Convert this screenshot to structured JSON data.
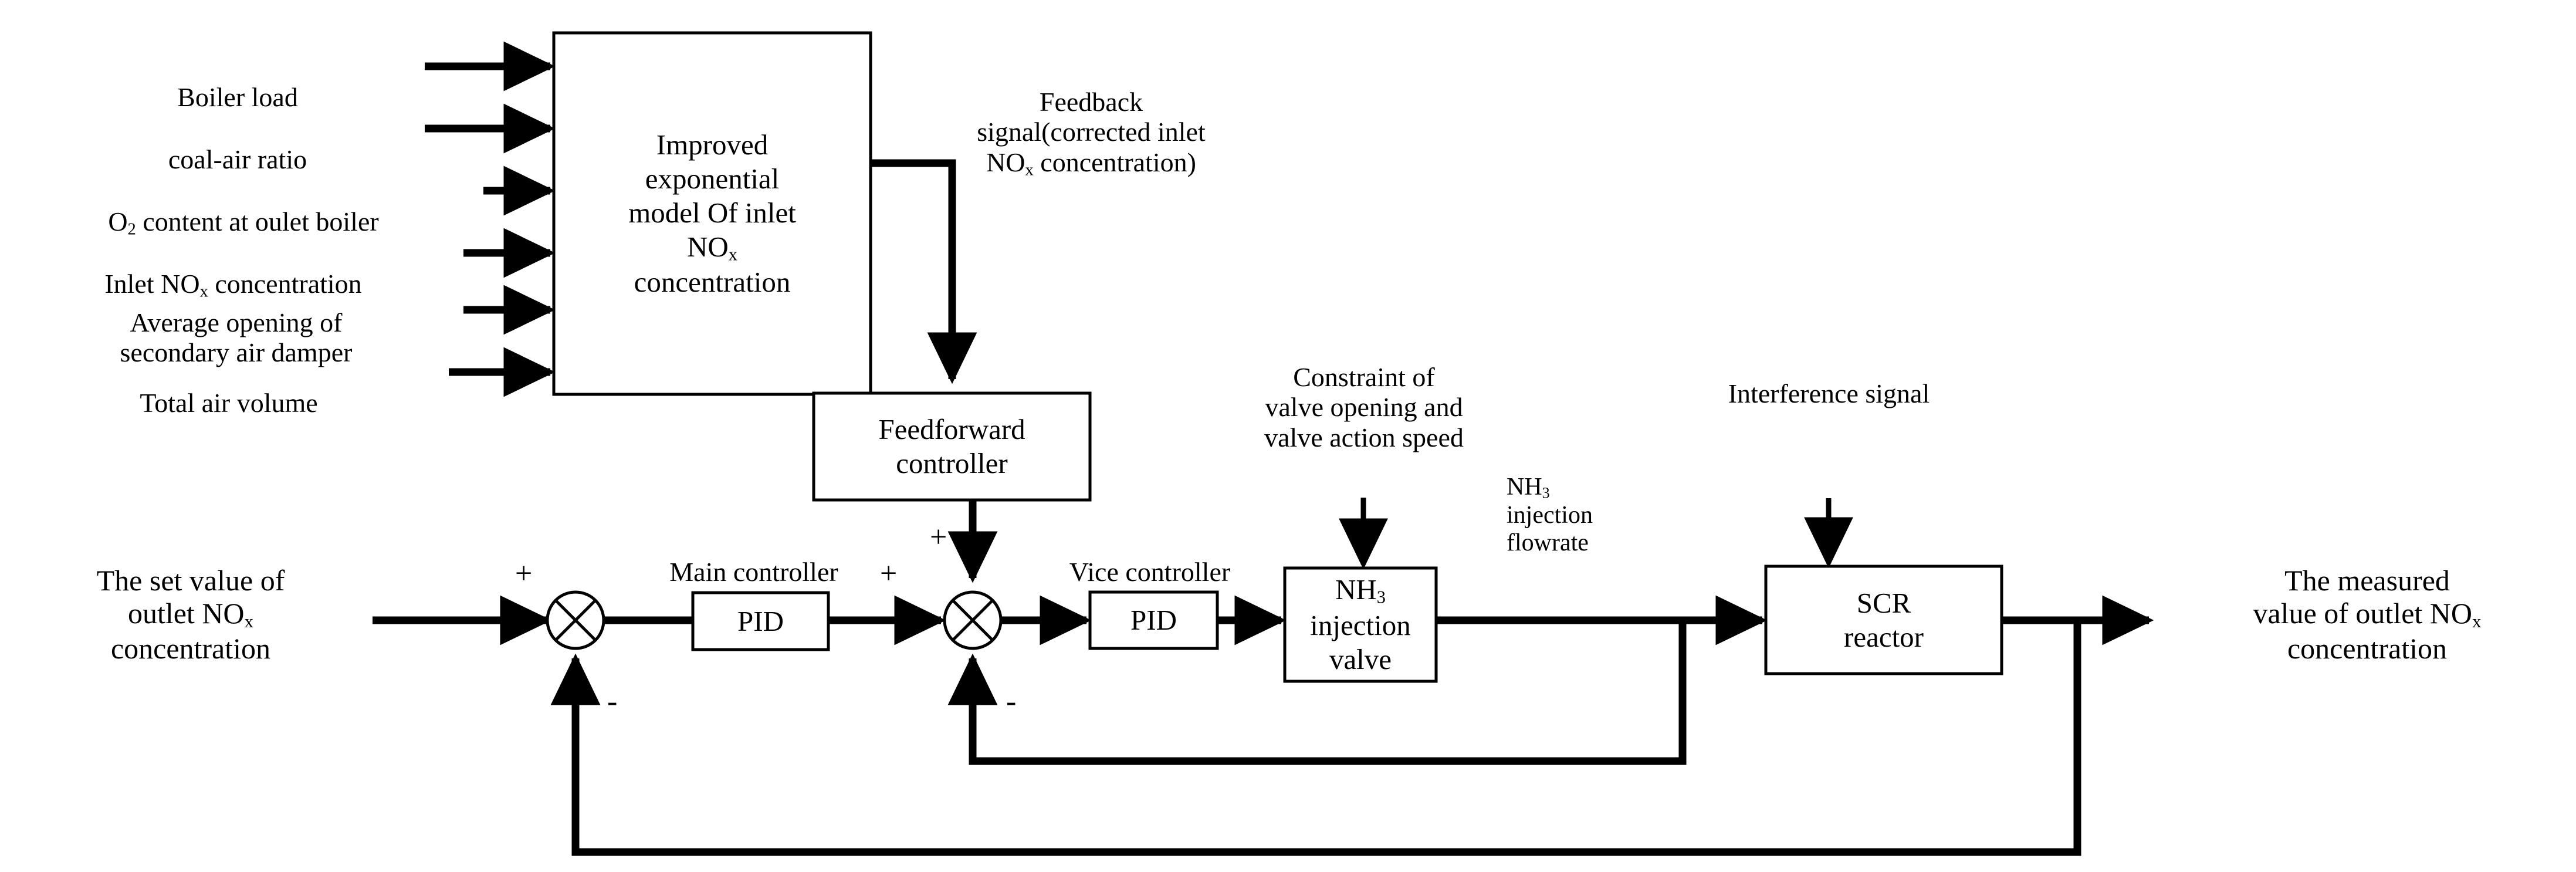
{
  "diagram": {
    "title": "SCR denitrification cascade control system block diagram",
    "type": "block-diagram",
    "stroke_color": "#000000",
    "background_color": "#ffffff"
  },
  "model_inputs": [
    {
      "id": "boiler-load",
      "label": "Boiler load"
    },
    {
      "id": "coal-air-ratio",
      "label": "coal-air ratio"
    },
    {
      "id": "o2-content",
      "label": "O2 content at oulet boiler"
    },
    {
      "id": "inlet-nox",
      "label": "Inlet NOx concentration"
    },
    {
      "id": "secondary-air",
      "label": "Average opening of\nsecondary air damper"
    },
    {
      "id": "total-air-volume",
      "label": "Total air volume"
    }
  ],
  "blocks": {
    "model": {
      "label": "Improved\nexponential\nmodel Of inlet\nNOx\nconcentration"
    },
    "feedforward": {
      "label": "Feedforward\ncontroller"
    },
    "main_pid": {
      "label": "PID"
    },
    "vice_pid": {
      "label": "PID"
    },
    "nh3_valve": {
      "label": "NH3 injection\nvalve"
    },
    "scr_reactor": {
      "label": "SCR\nreactor"
    }
  },
  "annotations": {
    "feedback_signal": "Feedback\nsignal(corrected inlet\nNOx concentration)",
    "main_controller": "Main controller",
    "vice_controller": "Vice controller",
    "valve_constraint": "Constraint of\nvalve opening and\nvalve action speed",
    "interference": "Interference signal",
    "nh3_flowrate": "NH3\ninjection\nflowrate",
    "set_value": "The set value of\noutlet NOx\nconcentration",
    "measured_value": "The measured\nvalue of outlet NOx\nconcentration"
  },
  "signs": {
    "sum1_plus": "+",
    "sum1_minus": "-",
    "sum2_plus_top": "+",
    "sum2_plus_left": "+",
    "sum2_minus": "-"
  }
}
